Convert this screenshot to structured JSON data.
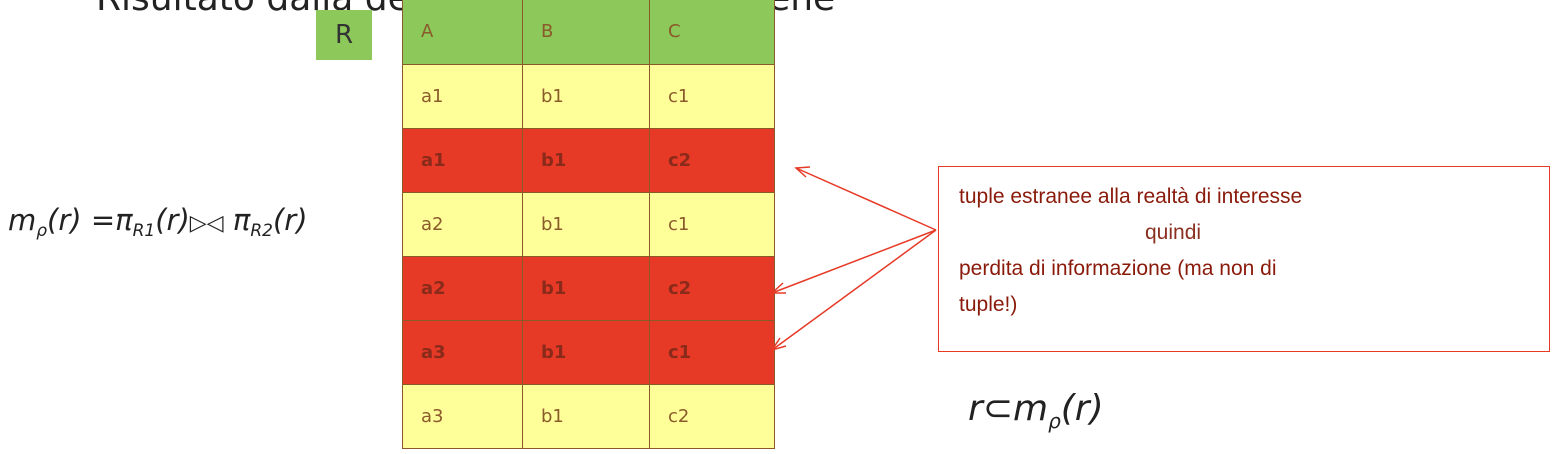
{
  "slide": {
    "title_fragment": "Risultato dalla decomposizione si ottiene",
    "relation_name": "R"
  },
  "table": {
    "headers": [
      "A",
      "B",
      "C"
    ],
    "rows": [
      {
        "cells": [
          "a1",
          "b1",
          "c1"
        ],
        "spurious": false
      },
      {
        "cells": [
          "a1",
          "b1",
          "c2"
        ],
        "spurious": true
      },
      {
        "cells": [
          "a2",
          "b1",
          "c1"
        ],
        "spurious": false
      },
      {
        "cells": [
          "a2",
          "b1",
          "c2"
        ],
        "spurious": true
      },
      {
        "cells": [
          "a3",
          "b1",
          "c1"
        ],
        "spurious": true
      },
      {
        "cells": [
          "a3",
          "b1",
          "c2"
        ],
        "spurious": false
      }
    ]
  },
  "formula": {
    "m": "m",
    "rho": "ρ",
    "lhs_arg": "(r) =",
    "pi": "π",
    "r1": "R1",
    "arg1": "(r)",
    "join": "▷◁",
    "r2": "R2",
    "arg2": "(r)"
  },
  "note": {
    "line1": "tuple estranee alla realtà di interesse",
    "line2": "quindi",
    "line3": "perdita di informazione (ma non di",
    "line4": "tuple!)"
  },
  "containment": {
    "r": "r",
    "subset": "⊂",
    "m": "m",
    "rho": "ρ",
    "arg": "(r)"
  },
  "colors": {
    "header_green": "#8cc85a",
    "normal_row": "#ffff9a",
    "spurious_row": "#e63a27",
    "border": "#8a5a2a"
  }
}
